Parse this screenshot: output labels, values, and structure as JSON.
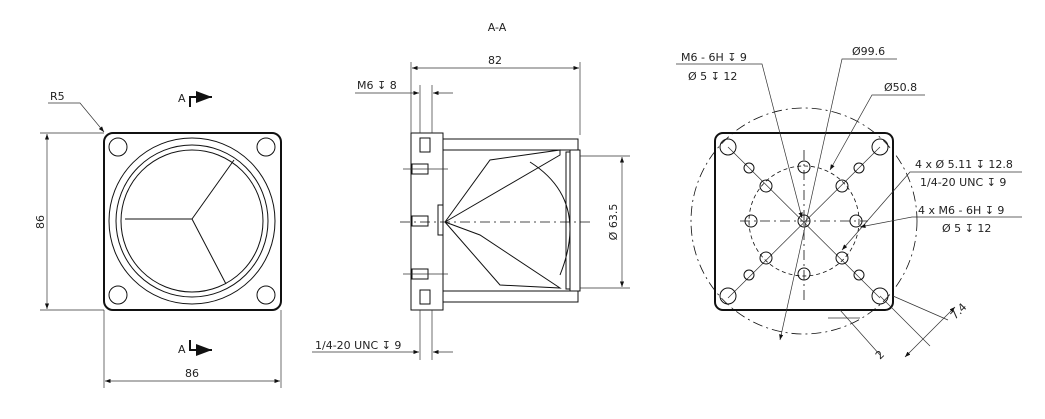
{
  "section_title": "A-A",
  "front_view": {
    "radius_label": "R5",
    "height_label": "86",
    "width_label": "86",
    "section_marker_top": "A",
    "section_marker_bottom": "A"
  },
  "section_view": {
    "length_label": "82",
    "diameter_label": "Ø 63.5",
    "top_thread_label": "M6 ↧ 8",
    "bottom_thread_label": "1/4-20 UNC ↧ 9"
  },
  "rear_view": {
    "callout_top_left_line1": "M6 - 6H ↧ 9",
    "callout_top_left_line2": "Ø 5 ↧ 12",
    "bolt_circle_large": "Ø99.6",
    "bolt_circle_small": "Ø50.8",
    "callout_right1_line1": "4 x Ø 5.11 ↧ 12.8",
    "callout_right1_line2": "1/4-20 UNC ↧ 9",
    "callout_right2_line1": "4 x M6 - 6H ↧ 9",
    "callout_right2_line2": "Ø 5 ↧ 12",
    "offset_label_large": "7.4",
    "offset_label_small": "2"
  }
}
